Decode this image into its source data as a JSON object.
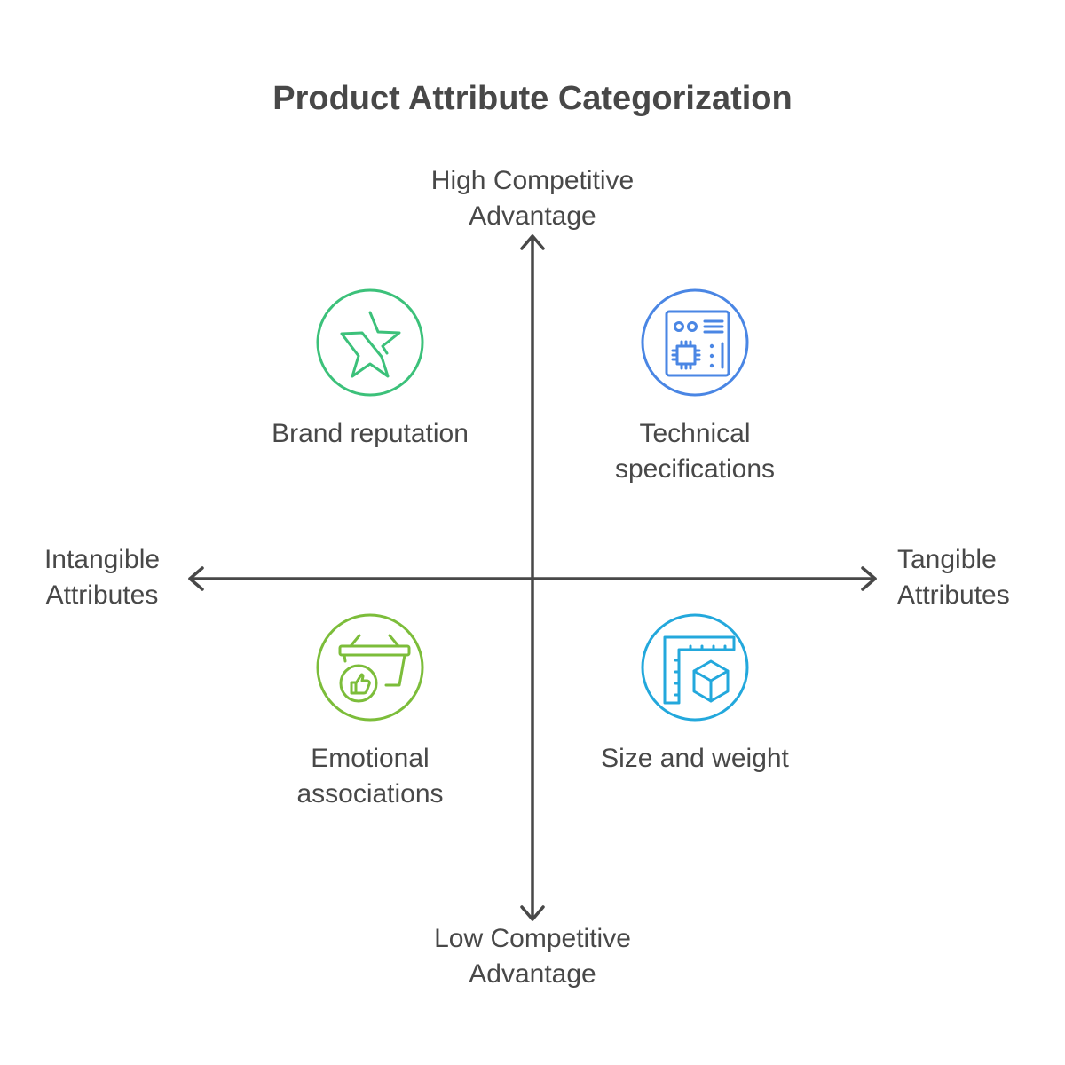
{
  "title": "Product Attribute Categorization",
  "axes": {
    "top": [
      "High Competitive",
      "Advantage"
    ],
    "bottom": [
      "Low Competitive",
      "Advantage"
    ],
    "left": [
      "Intangible",
      "Attributes"
    ],
    "right": [
      "Tangible",
      "Attributes"
    ]
  },
  "quadrants": [
    {
      "position": "top-left",
      "label": [
        "Brand reputation"
      ],
      "icon": "star-icon",
      "color": "#3cc17a"
    },
    {
      "position": "top-right",
      "label": [
        "Technical",
        "specifications"
      ],
      "icon": "circuit-board-icon",
      "color": "#4a86e4"
    },
    {
      "position": "bottom-left",
      "label": [
        "Emotional",
        "associations"
      ],
      "icon": "basket-thumbs-up-icon",
      "color": "#7cbd3a"
    },
    {
      "position": "bottom-right",
      "label": [
        "Size and weight"
      ],
      "icon": "ruler-cube-icon",
      "color": "#23a8dc"
    }
  ],
  "colors": {
    "axis": "#484848",
    "text": "#484848"
  }
}
